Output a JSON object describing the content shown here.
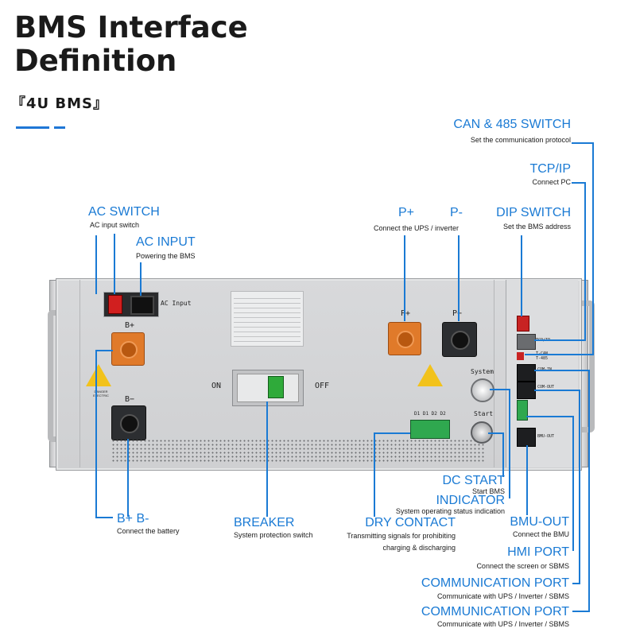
{
  "header": {
    "title_line1": "BMS Interface",
    "title_line2": "Definition",
    "subtitle": "『4U BMS』",
    "accent": "#1a7ad4"
  },
  "callouts": {
    "can485": {
      "title": "CAN & 485 SWITCH",
      "desc": "Set the communication protocol"
    },
    "tcpip": {
      "title": "TCP/IP",
      "desc": "Connect PC"
    },
    "dip": {
      "title": "DIP SWITCH",
      "desc": "Set the BMS address"
    },
    "pplus": {
      "title": "P+"
    },
    "pminus": {
      "title": "P-"
    },
    "p_desc": "Connect the UPS / inverter",
    "acswitch": {
      "title": "AC SWITCH",
      "desc": "AC input switch"
    },
    "acinput": {
      "title": "AC INPUT",
      "desc": "Powering the BMS"
    },
    "bplusminus": {
      "title": "B+ B-",
      "desc": "Connect the battery"
    },
    "breaker": {
      "title": "BREAKER",
      "desc": "System protection switch"
    },
    "drycontact": {
      "title": "DRY CONTACT",
      "desc1": "Transmitting signals for prohibiting",
      "desc2": "charging & discharging"
    },
    "dcstart": {
      "title": "DC START",
      "desc": "Start BMS"
    },
    "indicator": {
      "title": "INDICATOR",
      "desc": "System operating status indication"
    },
    "bmuout": {
      "title": "BMU-OUT",
      "desc": "Connect the BMU"
    },
    "hmi": {
      "title": "HMI PORT",
      "desc": "Connect the screen or SBMS"
    },
    "comm1": {
      "title": "COMMUNICATION PORT",
      "desc": "Communicate with UPS / Inverter / SBMS"
    },
    "comm2": {
      "title": "COMMUNICATION PORT",
      "desc": "Communicate with UPS / Inverter / SBMS"
    }
  },
  "device": {
    "ac_input_label": "AC Input",
    "bplus_label": "B+",
    "bminus_label": "B−",
    "on_label": "ON",
    "off_label": "OFF",
    "pplus_label": "P+",
    "pminus_label": "P−",
    "system_label": "System",
    "start_label": "Start",
    "dry_labels": "D1 D1 D2 D2",
    "tcpip_label": "TCP/IP",
    "tcan_label": "T-CAN",
    "t485_label": "T-485",
    "comin_label": "COM-IN",
    "comout_label": "COM-OUT",
    "bmuout_label": "BMU-OUT",
    "warning_label": "DANGER ELECTRIC"
  }
}
